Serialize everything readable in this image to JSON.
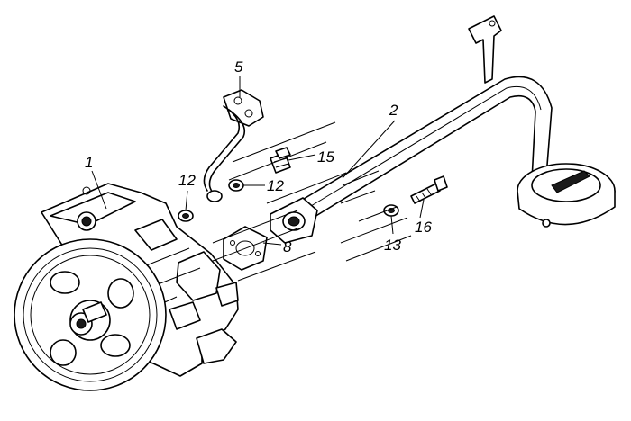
{
  "labels": {
    "l1": "1",
    "l2": "2",
    "l5": "5",
    "l8": "8",
    "l12a": "12",
    "l12b": "12",
    "l13": "13",
    "l15": "15",
    "l16": "16"
  }
}
